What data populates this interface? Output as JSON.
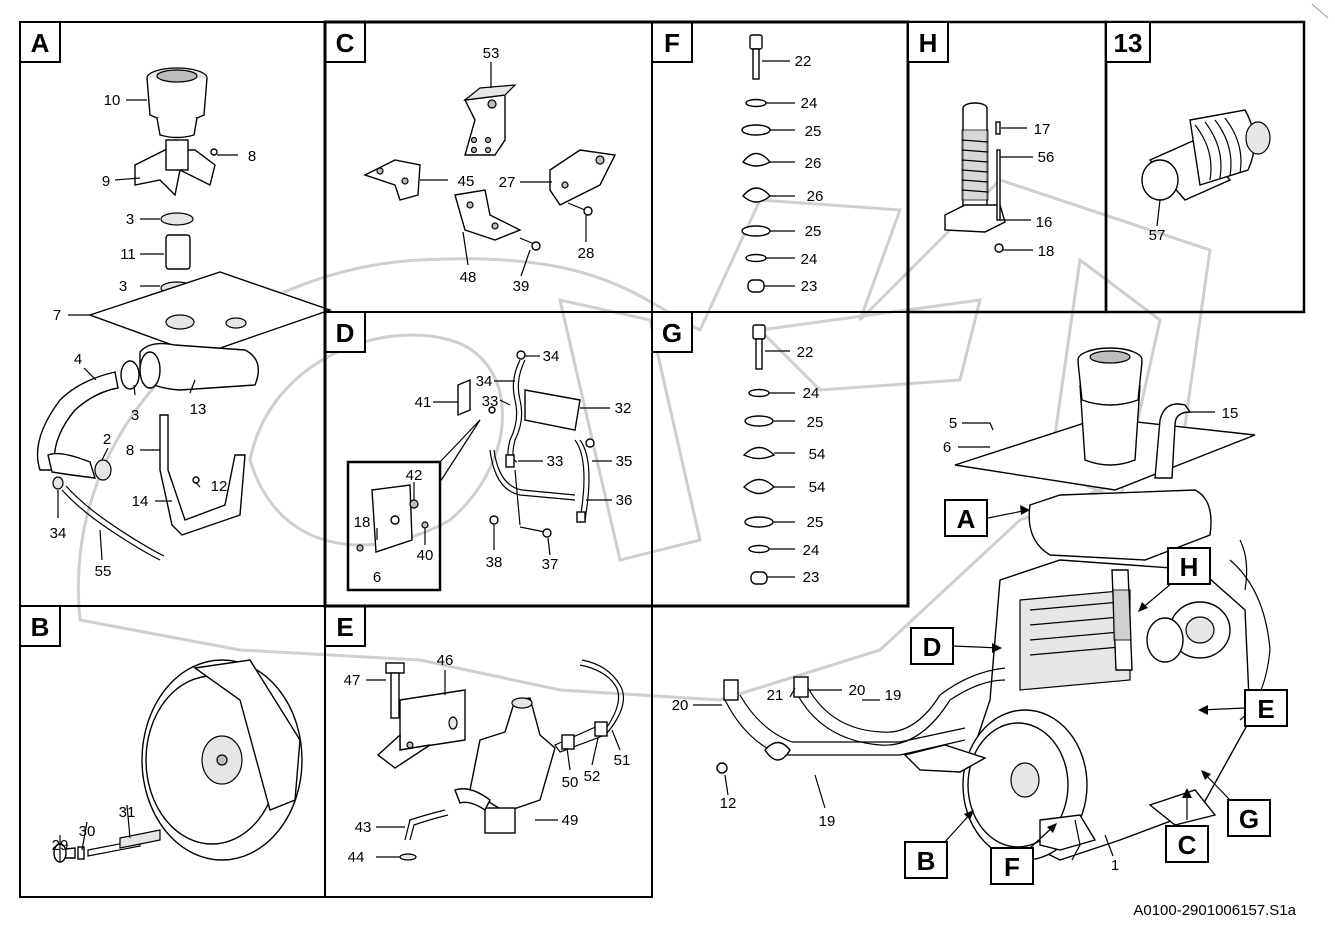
{
  "panels": [
    {
      "id": "A",
      "label": "A"
    },
    {
      "id": "B",
      "label": "B"
    },
    {
      "id": "C",
      "label": "C"
    },
    {
      "id": "D",
      "label": "D"
    },
    {
      "id": "E",
      "label": "E"
    },
    {
      "id": "F",
      "label": "F"
    },
    {
      "id": "G",
      "label": "G"
    },
    {
      "id": "H",
      "label": "H"
    },
    {
      "id": "13",
      "label": "13"
    }
  ],
  "callouts": {
    "A": [
      "10",
      "8",
      "9",
      "3",
      "11",
      "3",
      "7",
      "4",
      "3",
      "13",
      "2",
      "8",
      "12",
      "14",
      "34",
      "55"
    ],
    "B": [
      "29",
      "30",
      "31"
    ],
    "C": [
      "53",
      "45",
      "27",
      "28",
      "48",
      "39"
    ],
    "D": [
      "34",
      "34",
      "41",
      "33",
      "32",
      "33",
      "35",
      "36",
      "42",
      "18",
      "40",
      "6",
      "38",
      "37"
    ],
    "E": [
      "47",
      "46",
      "43",
      "44",
      "49",
      "50",
      "52",
      "51"
    ],
    "F": [
      "22",
      "24",
      "25",
      "26",
      "26",
      "25",
      "24",
      "23"
    ],
    "G": [
      "22",
      "24",
      "25",
      "54",
      "54",
      "25",
      "24",
      "23"
    ],
    "H": [
      "17",
      "56",
      "16",
      "18"
    ],
    "13": [
      "57"
    ],
    "main": [
      "5",
      "6",
      "15",
      "20",
      "21",
      "20",
      "19",
      "12",
      "19",
      "1"
    ]
  },
  "main_view_labels": [
    "A",
    "H",
    "D",
    "E",
    "B",
    "F",
    "C",
    "G"
  ],
  "drawing_number": "A0100-2901006157.S1a",
  "watermark": "OPEX"
}
